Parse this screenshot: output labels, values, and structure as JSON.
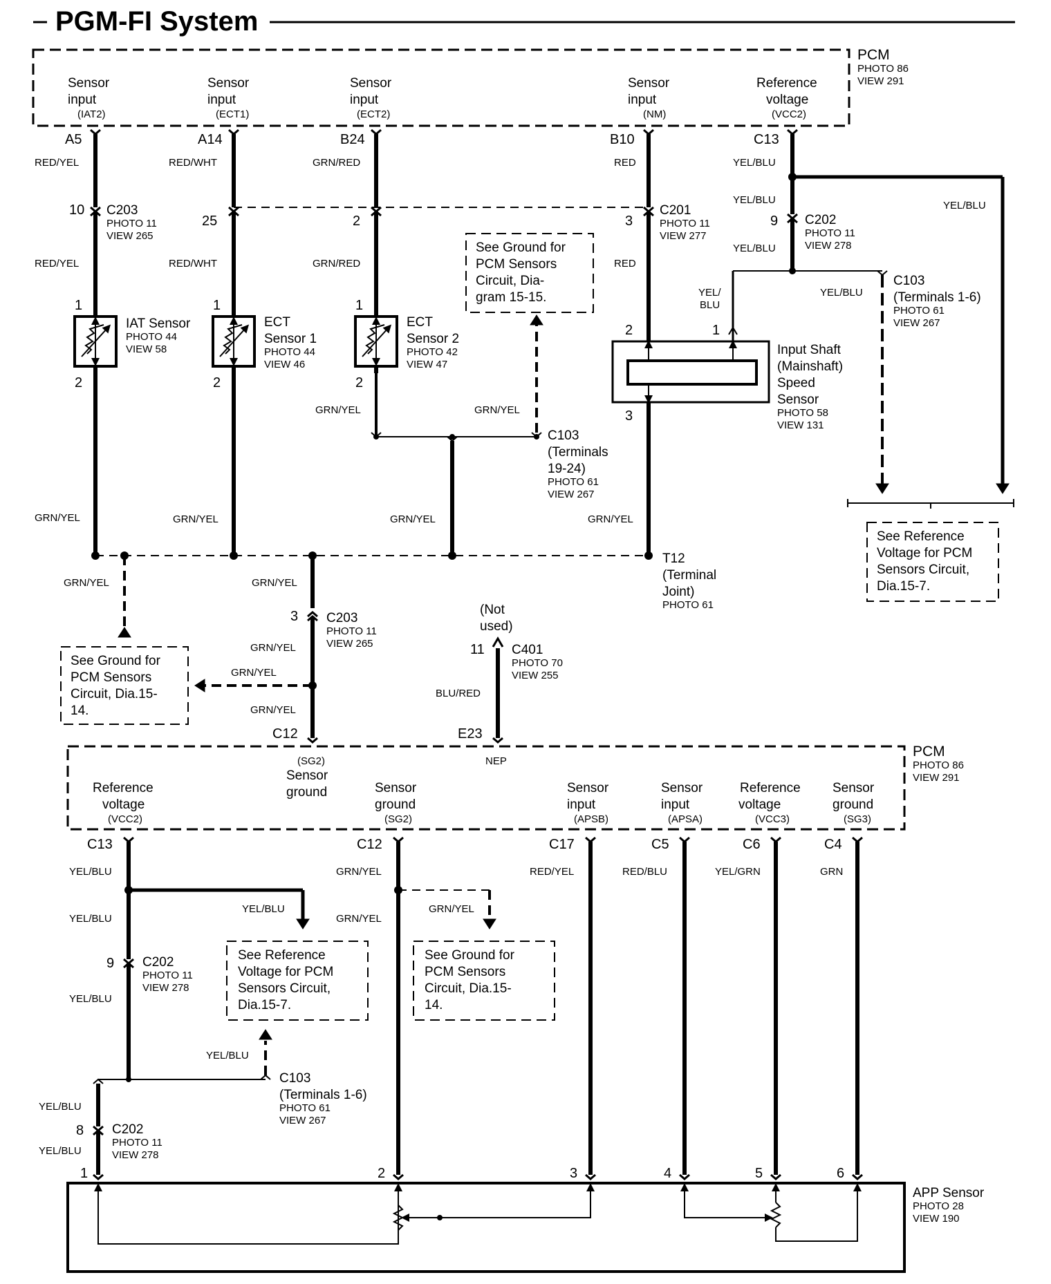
{
  "title": "PGM-FI System",
  "pcm_top": {
    "name": "PCM",
    "photo": "PHOTO 86",
    "view": "VIEW 291",
    "terminals": [
      {
        "l1": "Sensor",
        "l2": "input",
        "sig": "(IAT2)",
        "pin": "A5"
      },
      {
        "l1": "Sensor",
        "l2": "input",
        "sig": "(ECT1)",
        "pin": "A14"
      },
      {
        "l1": "Sensor",
        "l2": "input",
        "sig": "(ECT2)",
        "pin": "B24"
      },
      {
        "l1": "Sensor",
        "l2": "input",
        "sig": "(NM)",
        "pin": "B10"
      },
      {
        "l1": "Reference",
        "l2": "voltage",
        "sig": "(VCC2)",
        "pin": "C13"
      }
    ]
  },
  "pcm_bottom": {
    "name": "PCM",
    "photo": "PHOTO 86",
    "view": "VIEW 291",
    "terminals": [
      {
        "l1": "Reference",
        "l2": "voltage",
        "sig": "(VCC2)",
        "pin": "C13"
      },
      {
        "l0": "(SG2)",
        "l1": "Sensor",
        "l2": "ground",
        "pin": "C12"
      },
      {
        "l1": "Sensor",
        "l2": "ground",
        "sig": "(SG2)",
        "pin": "C12"
      },
      {
        "l1": "Sensor",
        "l2": "input",
        "sig": "(APSB)",
        "pin": "C17"
      },
      {
        "l1": "Sensor",
        "l2": "input",
        "sig": "(APSA)",
        "pin": "C5"
      },
      {
        "l1": "Reference",
        "l2": "voltage",
        "sig": "(VCC3)",
        "pin": "C6"
      },
      {
        "l1": "Sensor",
        "l2": "ground",
        "sig": "(SG3)",
        "pin": "C4"
      }
    ],
    "nep": "NEP",
    "nep_pin": "E23"
  },
  "wires": {
    "red_yel": "RED/YEL",
    "red_wht": "RED/WHT",
    "grn_red": "GRN/RED",
    "red": "RED",
    "yel_blu": "YEL/BLU",
    "yel_blu_split_1": "YEL/",
    "yel_blu_split_2": "BLU",
    "grn_yel": "GRN/YEL",
    "blu_red": "BLU/RED",
    "red_blu": "RED/BLU",
    "yel_grn": "YEL/GRN",
    "grn": "GRN"
  },
  "connectors": {
    "c203": {
      "name": "C203",
      "photo": "PHOTO 11",
      "view": "VIEW 265"
    },
    "c201": {
      "name": "C201",
      "photo": "PHOTO 11",
      "view": "VIEW 277"
    },
    "c202": {
      "name": "C202",
      "photo": "PHOTO 11",
      "view": "VIEW 278"
    },
    "c103a": {
      "name": "C103",
      "l2": "(Terminals 1-6)",
      "photo": "PHOTO 61",
      "view": "VIEW 267"
    },
    "c103b": {
      "name": "C103",
      "l2": "(Terminals",
      "l3": "19-24)",
      "photo": "PHOTO 61",
      "view": "VIEW 267"
    },
    "t12": {
      "name": "T12",
      "l2": "(Terminal",
      "l3": "Joint)",
      "photo": "PHOTO 61"
    },
    "c401": {
      "name": "C401",
      "photo": "PHOTO 70",
      "view": "VIEW 255",
      "note1": "(Not",
      "note2": "used)"
    }
  },
  "pins": {
    "c203_10": "10",
    "c203_25": "25",
    "c201_2": "2",
    "c201_3": "3",
    "c202_9": "9",
    "c203_3": "3",
    "c401_11": "11",
    "c202_9b": "9",
    "c202_8": "8",
    "s1": "1",
    "s2": "2"
  },
  "sensors": {
    "iat": {
      "l1": "IAT Sensor",
      "photo": "PHOTO 44",
      "view": "VIEW 58"
    },
    "ect1": {
      "l1": "ECT",
      "l2": "Sensor 1",
      "photo": "PHOTO 44",
      "view": "VIEW 46"
    },
    "ect2": {
      "l1": "ECT",
      "l2": "Sensor 2",
      "photo": "PHOTO 42",
      "view": "VIEW 47"
    },
    "nm": {
      "l1": "Input Shaft",
      "l2": "(Mainshaft)",
      "l3": "Speed",
      "l4": "Sensor",
      "photo": "PHOTO 58",
      "view": "VIEW 131"
    },
    "app": {
      "l1": "APP Sensor",
      "photo": "PHOTO 28",
      "view": "VIEW 190"
    }
  },
  "notes": {
    "ground_1515": [
      "See Ground for",
      "PCM Sensors",
      "Circuit, Dia-",
      "gram 15-15."
    ],
    "ref_top": [
      "See  Reference",
      "Voltage for PCM",
      "Sensors Circuit,",
      "Dia.15-7."
    ],
    "ground_1514_a": [
      "See Ground for",
      "PCM Sensors",
      "Circuit, Dia.15-",
      "14."
    ],
    "ref_bottom": [
      "See  Reference",
      "Voltage for PCM",
      "Sensors Circuit,",
      "Dia.15-7."
    ],
    "ground_1514_b": [
      "See Ground for",
      "PCM Sensors",
      "Circuit, Dia.15-",
      "14."
    ]
  },
  "app_pins": [
    "1",
    "2",
    "3",
    "4",
    "5",
    "6"
  ]
}
